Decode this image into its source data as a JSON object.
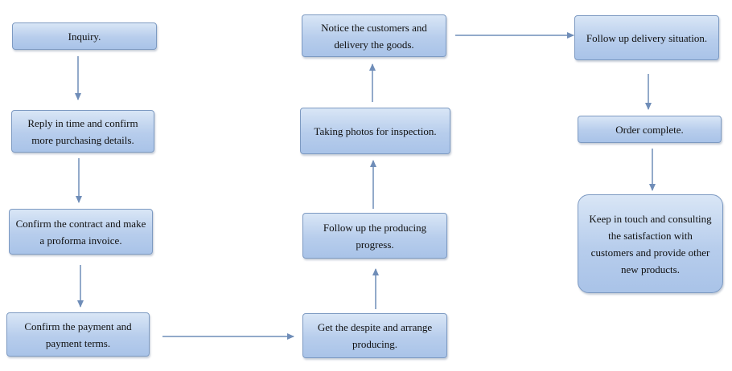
{
  "colors": {
    "node_fill_top": "#d9e6f6",
    "node_fill_bottom": "#a9c3e8",
    "node_border": "#7d9ac2",
    "arrow": "#6f8db8"
  },
  "nodes": {
    "inquiry": "Inquiry.",
    "reply": "Reply in time and confirm more purchasing details.",
    "contract": "Confirm the contract and make a proforma invoice.",
    "payment": "Confirm the payment and payment terms.",
    "despite": "Get the despite and arrange producing.",
    "progress": "Follow up the producing progress.",
    "photos": "Taking photos for inspection.",
    "notice": "Notice the customers and delivery the goods.",
    "delivery": "Follow up delivery situation.",
    "complete": "Order complete.",
    "keep": "Keep in touch and consulting the satisfaction with customers and provide other new products."
  }
}
